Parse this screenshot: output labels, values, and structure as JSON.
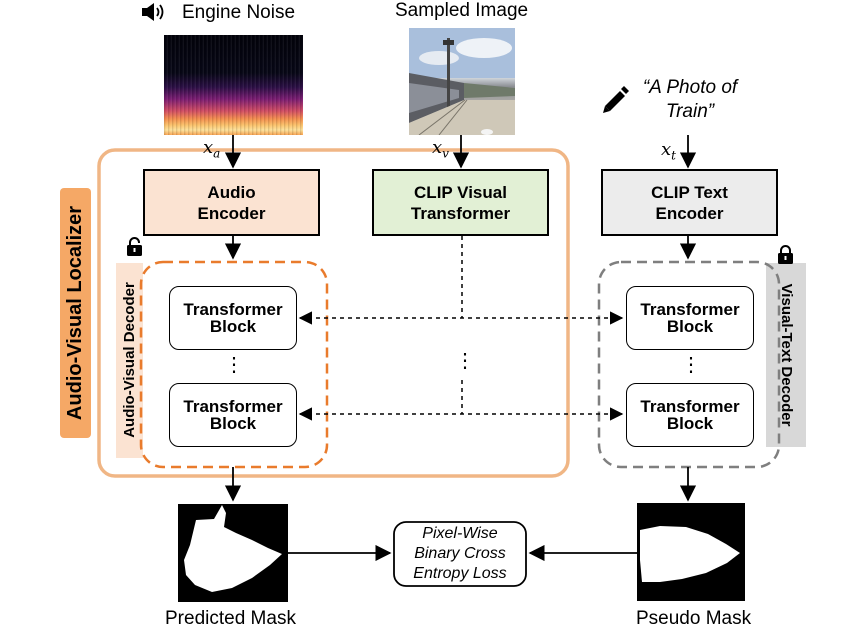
{
  "inputs": {
    "audio_label": "Engine Noise",
    "image_label": "Sampled Image",
    "text_prompt_line1": "“A Photo of",
    "text_prompt_line2": "Train”"
  },
  "variables": {
    "xa_base": "x",
    "xa_sub": "a",
    "xv_base": "x",
    "xv_sub": "v",
    "xt_base": "x",
    "xt_sub": "t"
  },
  "encoders": {
    "audio_line1": "Audio",
    "audio_line2": "Encoder",
    "clip_visual_line1": "CLIP Visual",
    "clip_visual_line2": "Transformer",
    "clip_text_line1": "CLIP Text",
    "clip_text_line2": "Encoder"
  },
  "decoders": {
    "audio_visual": "Audio-Visual Decoder",
    "visual_text": "Visual-Text Decoder",
    "localizer": "Audio-Visual Localizer",
    "block_line1": "Transformer",
    "block_line2": "Block",
    "ellipsis": "⋮"
  },
  "outputs": {
    "predicted": "Predicted Mask",
    "pseudo": "Pseudo Mask",
    "loss_line1": "Pixel-Wise",
    "loss_line2": "Binary Cross",
    "loss_line3": "Entropy Loss"
  },
  "icons": [
    "speaker-icon",
    "pencil-icon",
    "lock-icon",
    "unlock-icon"
  ],
  "colors": {
    "localizer_border": "#f0b685",
    "localizer_label_bg": "#f5a866",
    "audio_encoder_bg": "#fbe3d2",
    "clip_visual_bg": "#e2f0d5",
    "clip_text_bg": "#ececec",
    "av_decoder_dash": "#e97b2c",
    "vt_decoder_dash": "#7f7f7f",
    "av_decoder_label_bg": "#fbe3d2",
    "vt_decoder_label_bg": "#d8d8d8"
  }
}
